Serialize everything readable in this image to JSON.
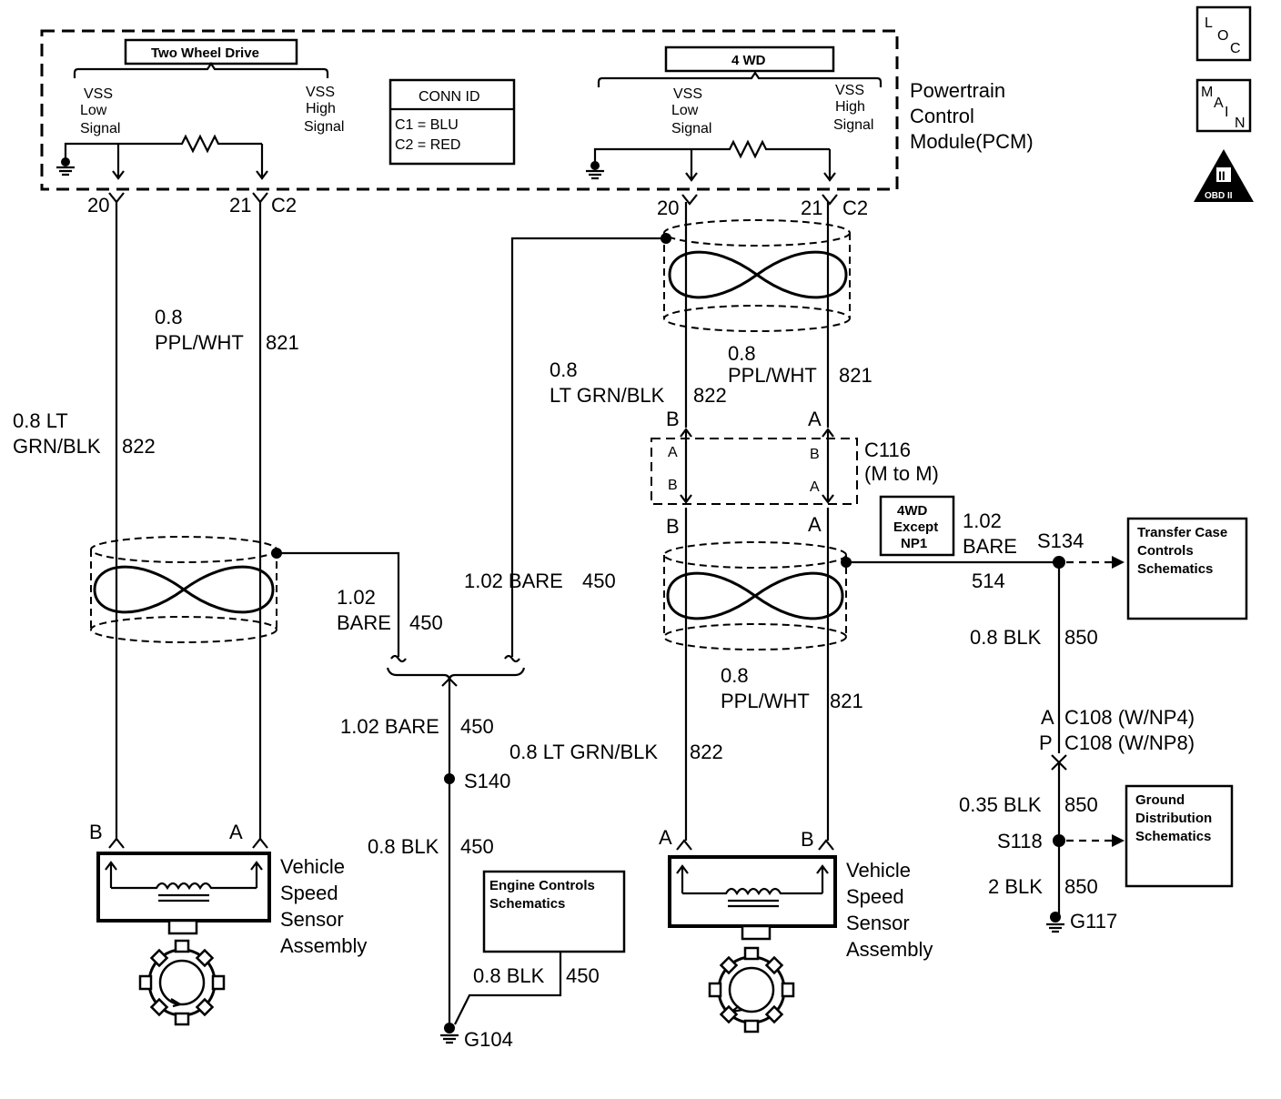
{
  "icons": {
    "loc": [
      "L",
      "O",
      "C"
    ],
    "main": [
      "M",
      "A",
      "I",
      "N"
    ],
    "obd": [
      "II",
      "OBD II"
    ]
  },
  "pcm": {
    "label": [
      "Powertrain",
      "Control",
      "Module(PCM)"
    ]
  },
  "left_block": {
    "header": "Two Wheel Drive",
    "vss_low": [
      "VSS",
      "Low",
      "Signal"
    ],
    "vss_high": [
      "VSS",
      "High",
      "Signal"
    ]
  },
  "right_block": {
    "header": "4 WD",
    "vss_low": [
      "VSS",
      "Low",
      "Signal"
    ],
    "vss_high": [
      "VSS",
      "High",
      "Signal"
    ]
  },
  "conn_id": {
    "title": "CONN ID",
    "c1": "C1 = BLU",
    "c2": "C2 = RED"
  },
  "pins": {
    "p20": "20",
    "p21": "21",
    "c2": "C2"
  },
  "wires": {
    "ppl_size": "0.8",
    "ppl_color": "PPL/WHT",
    "ppl_num": "821",
    "grn_left_1": "0.8 LT",
    "grn_left_2": "GRN/BLK",
    "grn_num": "822",
    "grn_size": "0.8",
    "grn_color": "LT GRN/BLK",
    "grn_lower": "0.8 LT GRN/BLK",
    "bare_size": "1.02",
    "bare": "BARE",
    "bare_num": "450",
    "bare_full": "1.02 BARE",
    "bare_514": "514",
    "blk_08": "0.8 BLK",
    "blk_850": "850",
    "blk_035": "0.35 BLK",
    "blk_2": "2 BLK"
  },
  "connectors": {
    "c116": "C116",
    "c116_sub": "(M to M)",
    "pin_a": "A",
    "pin_b": "B",
    "pin_p": "P",
    "c108_np4": "C108 (W/NP4)",
    "c108_np8": "C108 (W/NP8)"
  },
  "splices": {
    "s140": "S140",
    "s134": "S134",
    "s118": "S118"
  },
  "grounds": {
    "g104": "G104",
    "g117": "G117"
  },
  "boxes": {
    "fourwd": [
      "4WD",
      "Except",
      "NP1"
    ],
    "transfer": [
      "Transfer Case",
      "Controls",
      "Schematics"
    ],
    "ground_dist": [
      "Ground",
      "Distribution",
      "Schematics"
    ],
    "engine": [
      "Engine Controls",
      "Schematics"
    ]
  },
  "sensor": {
    "label": [
      "Vehicle",
      "Speed",
      "Sensor",
      "Assembly"
    ]
  }
}
